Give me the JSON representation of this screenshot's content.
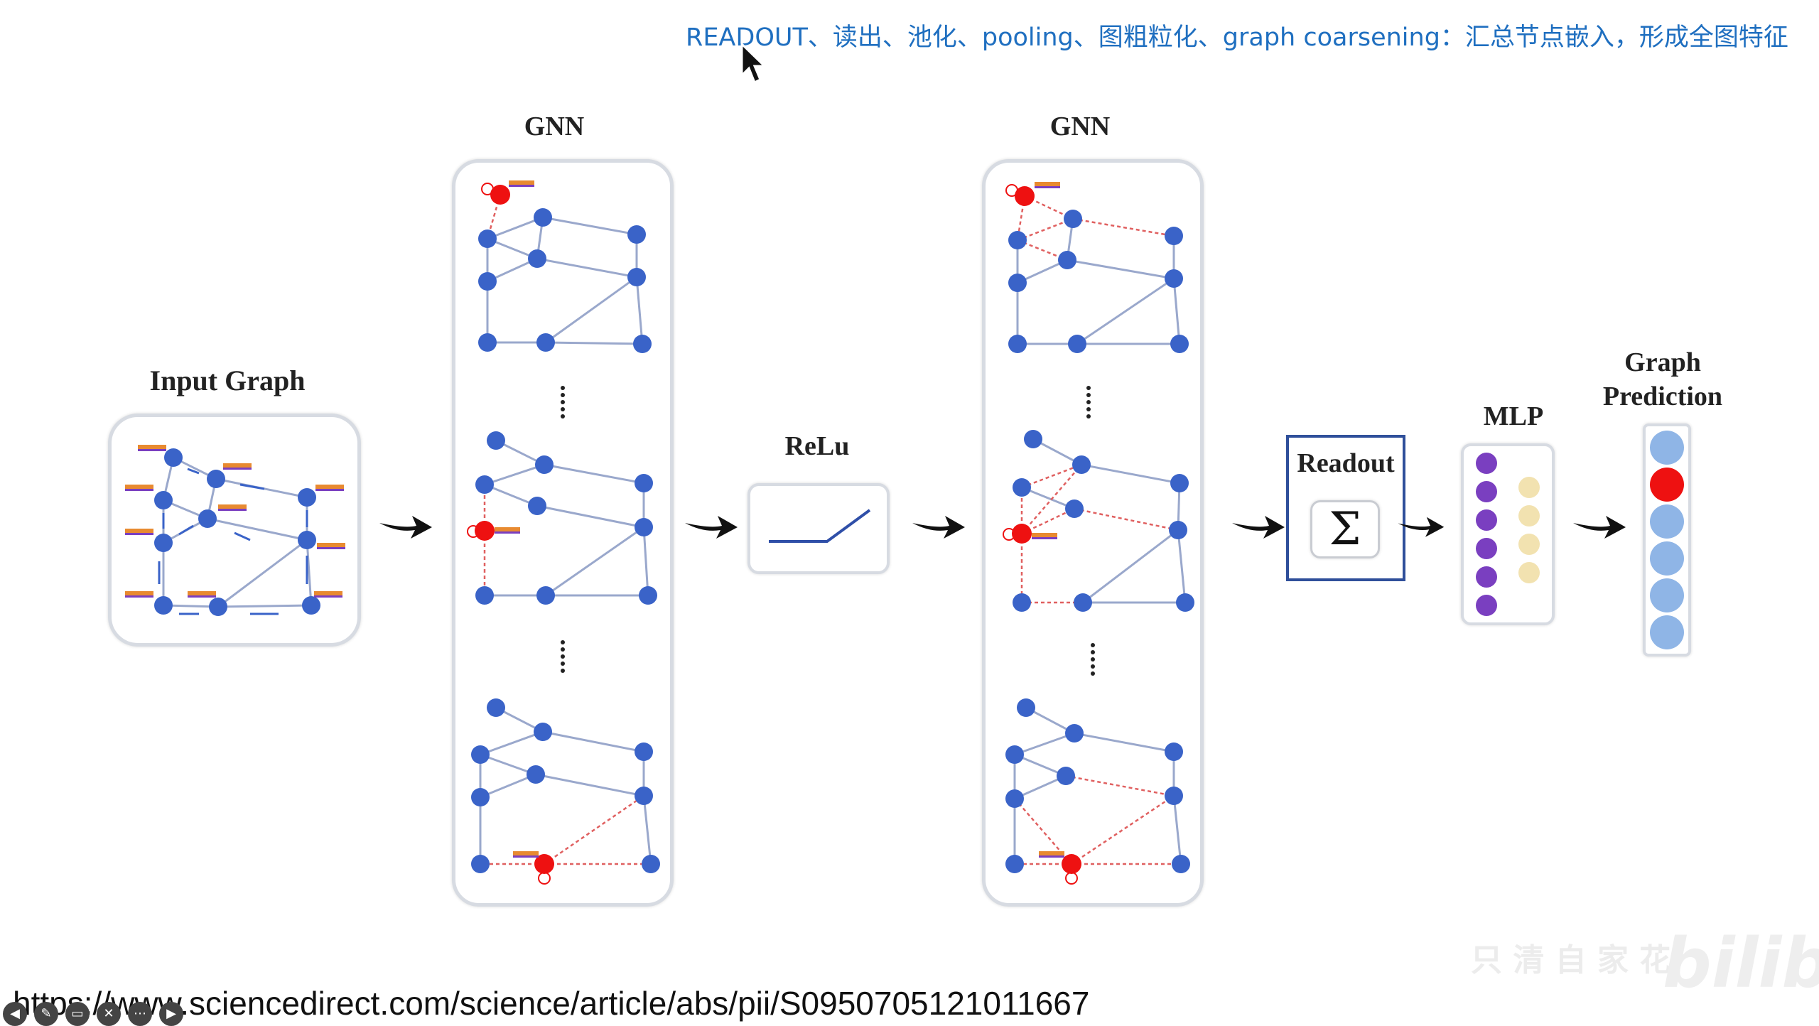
{
  "caption": "READOUT、读出、池化、pooling、图粗粒化、graph coarsening：汇总节点嵌入，形成全图特征",
  "diagram": {
    "input_graph_label": "Input Graph",
    "gnn_label_1": "GNN",
    "gnn_label_2": "GNN",
    "relu_label": "ReLu",
    "readout_label": "Readout",
    "sigma_symbol": "Σ",
    "mlp_label": "MLP",
    "prediction_label_line1": "Graph",
    "prediction_label_line2": "Prediction"
  },
  "url": "https://www.sciencedirect.com/science/article/abs/pii/S0950705121011667",
  "watermark": "只 清 自 家 花",
  "watermark_logo": "bilibili",
  "colors": {
    "node_blue": "#3a63c8",
    "node_red": "#ee1111",
    "edge": "#9aa8cc",
    "edge_red": "#e06060",
    "mlp_purple": "#7a3fc0",
    "mlp_beige": "#f2e2b0",
    "pred_light": "#8fb5e6",
    "caption_blue": "#1f6fc0"
  },
  "controls": {
    "icons": [
      "back-icon",
      "pen-icon",
      "cc-icon",
      "mute-icon",
      "more-icon",
      "forward-icon"
    ]
  }
}
